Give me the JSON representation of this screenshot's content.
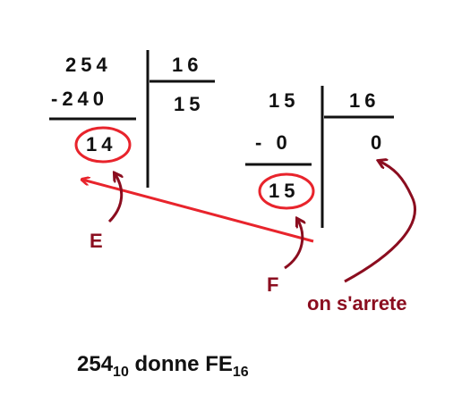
{
  "division1": {
    "dividend": "254",
    "divisor": "16",
    "product": "-240",
    "quotient": "15",
    "remainder": "14"
  },
  "division2": {
    "dividend": "15",
    "divisor": "16",
    "product": "- 0",
    "quotient": "0",
    "remainder": "15"
  },
  "annotations": {
    "label_e": "E",
    "label_f": "F",
    "stop_note": "on s'arrete"
  },
  "result": {
    "number": "254",
    "from_base": "10",
    "word": "donne",
    "hex": "FE",
    "to_base": "16"
  },
  "colors": {
    "ink": "#111111",
    "highlight_red": "#e8242c",
    "annotation": "#8b0d1f"
  }
}
